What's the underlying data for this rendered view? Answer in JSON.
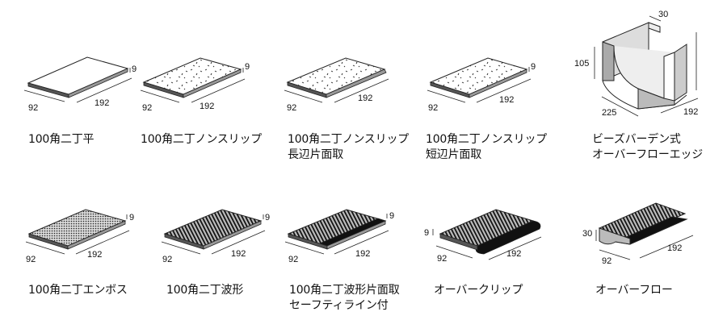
{
  "tiles": [
    {
      "name": "100角二丁平",
      "lines": [
        "100角二丁平"
      ],
      "dims": [
        "92",
        "192",
        "9"
      ]
    },
    {
      "name": "100角二丁ノンスリップ",
      "lines": [
        "100角二丁ノンスリップ"
      ],
      "dims": [
        "92",
        "192",
        "9"
      ]
    },
    {
      "name": "100角二丁ノンスリップ長辺片面取",
      "lines": [
        "100角二丁ノンスリップ",
        "長辺片面取"
      ],
      "dims": [
        "92",
        "192"
      ]
    },
    {
      "name": "100角二丁ノンスリップ短辺片面取",
      "lines": [
        "100角二丁ノンスリップ",
        "短辺片面取"
      ],
      "dims": [
        "92",
        "192",
        "9"
      ]
    },
    {
      "name": "ビーズバーデン式オーバーフローエッジ",
      "lines": [
        "ビーズバーデン式",
        "オーバーフローエッジ"
      ],
      "dims": [
        "30",
        "105",
        "225",
        "192"
      ]
    },
    {
      "name": "100角二丁エンボス",
      "lines": [
        "100角二丁エンボス"
      ],
      "dims": [
        "92",
        "192",
        "9"
      ]
    },
    {
      "name": "100角二丁波形",
      "lines": [
        "100角二丁波形"
      ],
      "dims": [
        "92",
        "192",
        "9"
      ]
    },
    {
      "name": "100角二丁波形片面取セーフティライン付",
      "lines": [
        "100角二丁波形片面取",
        "セーフティライン付"
      ],
      "dims": [
        "92",
        "192",
        "9"
      ]
    },
    {
      "name": "オーバークリップ",
      "lines": [
        "オーバークリップ"
      ],
      "dims": [
        "9",
        "92",
        "192"
      ]
    },
    {
      "name": "オーバーフロー",
      "lines": [
        "オーバーフロー"
      ],
      "dims": [
        "30",
        "92",
        "192"
      ]
    }
  ]
}
